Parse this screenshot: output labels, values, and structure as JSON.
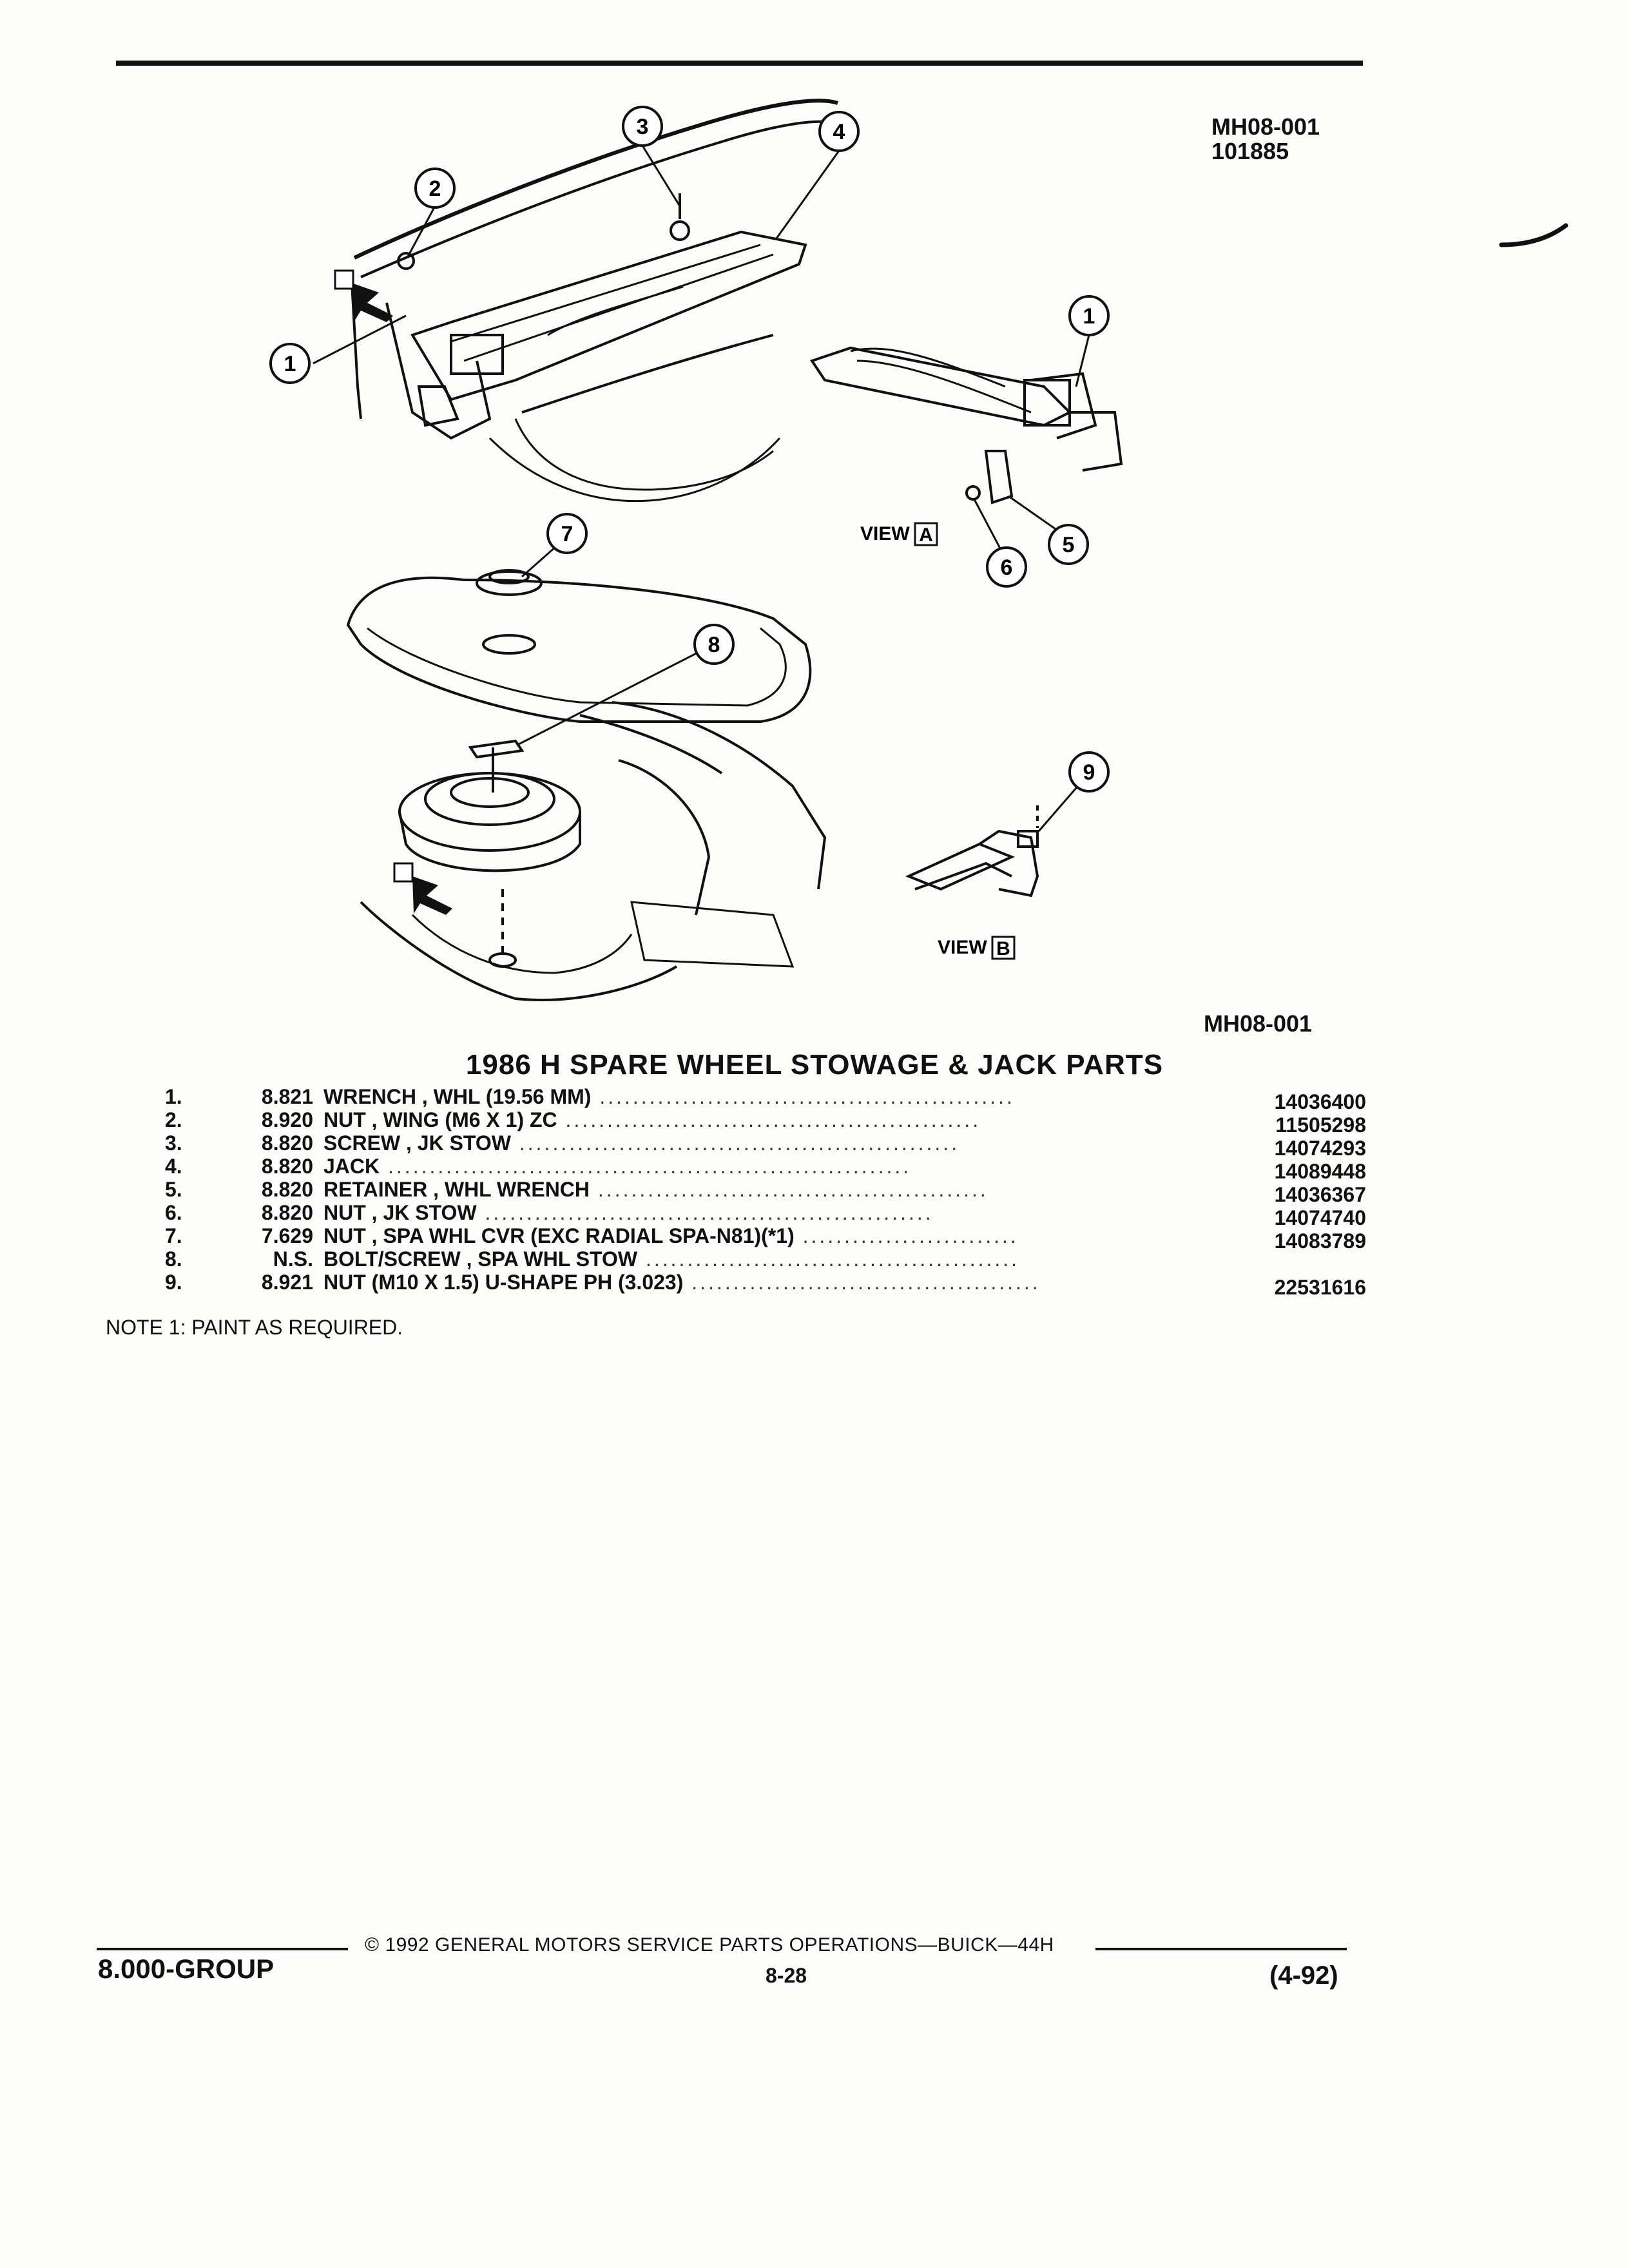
{
  "header": {
    "figure_code": "MH08-001",
    "figure_date": "101885"
  },
  "illustration": {
    "callouts": [
      "1",
      "2",
      "3",
      "4",
      "1",
      "5",
      "6",
      "7",
      "8",
      "9"
    ],
    "view_a_word": "VIEW",
    "view_a_letter": "A",
    "view_b_word": "VIEW",
    "view_b_letter": "B",
    "figure_code_bottom": "MH08-001"
  },
  "title": "1986 H SPARE WHEEL STOWAGE & JACK PARTS",
  "parts": [
    {
      "num": "1.",
      "group": "8.821",
      "desc": "WRENCH , WHL (19.56 MM)",
      "part_no": "14036400"
    },
    {
      "num": "2.",
      "group": "8.920",
      "desc": "NUT , WING (M6 X 1) ZC",
      "part_no": "11505298"
    },
    {
      "num": "3.",
      "group": "8.820",
      "desc": "SCREW , JK STOW",
      "part_no": "14074293"
    },
    {
      "num": "4.",
      "group": "8.820",
      "desc": "JACK",
      "part_no": "14089448"
    },
    {
      "num": "5.",
      "group": "8.820",
      "desc": "RETAINER , WHL WRENCH",
      "part_no": "14036367"
    },
    {
      "num": "6.",
      "group": "8.820",
      "desc": "NUT , JK STOW",
      "part_no": "14074740"
    },
    {
      "num": "7.",
      "group": "7.629",
      "desc": "NUT , SPA WHL CVR (EXC RADIAL SPA-N81)(*1)",
      "part_no": "14083789"
    },
    {
      "num": "8.",
      "group": "N.S.",
      "desc": "BOLT/SCREW , SPA WHL STOW",
      "part_no": ""
    },
    {
      "num": "9.",
      "group": "8.921",
      "desc": "NUT (M10 X 1.5) U-SHAPE PH (3.023)",
      "part_no": "22531616"
    }
  ],
  "note": "NOTE  1:  PAINT AS REQUIRED.",
  "footer": {
    "copyright": "© 1992 GENERAL MOTORS SERVICE PARTS OPERATIONS—BUICK—44H",
    "group": "8.000-GROUP",
    "page": "8-28",
    "revision": "(4-92)"
  }
}
